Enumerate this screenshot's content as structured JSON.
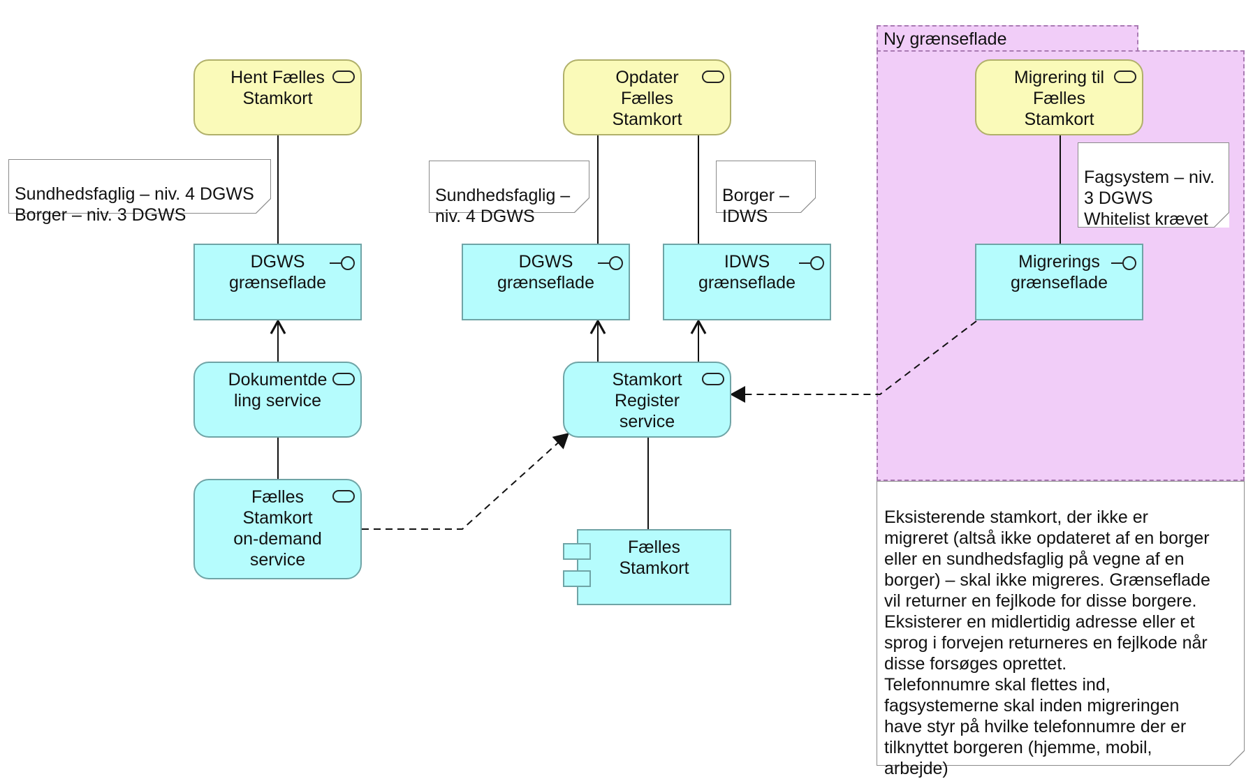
{
  "group": {
    "title": "Ny grænseflade"
  },
  "services": {
    "hent": "Hent Fælles\nStamkort",
    "opdater": "Opdater\nFælles\nStamkort",
    "migrering": "Migrering til\nFælles\nStamkort",
    "dokumentdeling": "Dokumentde\nling service",
    "stamkort_register": "Stamkort\nRegister\nservice",
    "faelles_ondemand": "Fælles\nStamkort\non-demand\nservice"
  },
  "interfaces": {
    "dgws1": "DGWS\ngrænseflade",
    "dgws2": "DGWS\ngrænseflade",
    "idws": "IDWS\ngrænseflade",
    "migrering": "Migrerings\ngrænseflade"
  },
  "component": {
    "faelles_stamkort": "Fælles\nStamkort"
  },
  "notes": {
    "note1": "Sundhedsfaglig – niv. 4 DGWS\nBorger – niv. 3 DGWS",
    "note2": "Sundhedsfaglig –\nniv. 4 DGWS",
    "note3": "Borger –\nIDWS",
    "note4": "Fagsystem – niv.\n3 DGWS\nWhitelist krævet",
    "note5": "Eksisterende stamkort, der ikke er\nmigreret (altså ikke opdateret af en borger\neller en sundhedsfaglig på vegne af en\nborger) – skal ikke migreres. Grænseflade\nvil returner en fejlkode for disse borgere.\nEksisterer en midlertidig adresse eller et\nsprog i forvejen returneres en fejlkode når\ndisse forsøges oprettet.\nTelefonnumre skal flettes ind,\nfagsystemerne skal inden migreringen\nhave styr på hvilke telefonnumre der er\ntilknyttet borgeren (hjemme, mobil,\narbejde)"
  },
  "colors": {
    "service_yellow": "#fafab9",
    "cyan": "#b5fcfd",
    "group_pink": "#f1cdf8"
  }
}
